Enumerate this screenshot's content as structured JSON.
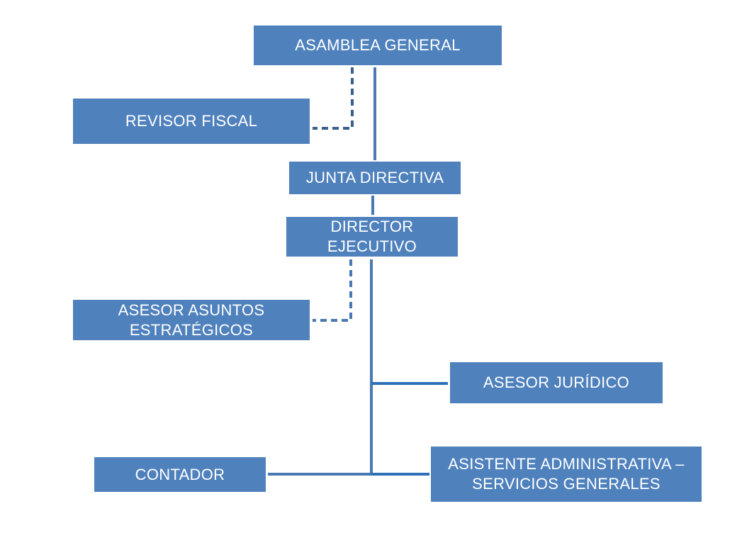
{
  "colors": {
    "node_fill": "#4f81bd",
    "node_text": "#ffffff",
    "line_main": "#4a78b3",
    "line_dashed": "#3a5f8f",
    "line_bright": "#2f6fb8"
  },
  "nodes": {
    "asamblea": {
      "lines": [
        "ASAMBLEA GENERAL"
      ]
    },
    "revisor": {
      "lines": [
        "REVISOR FISCAL"
      ]
    },
    "junta": {
      "lines": [
        "JUNTA DIRECTIVA"
      ]
    },
    "director": {
      "lines": [
        "DIRECTOR",
        "EJECUTIVO"
      ]
    },
    "asesor_estrategicos": {
      "lines": [
        "ASESOR ASUNTOS",
        "ESTRATÉGICOS"
      ]
    },
    "asesor_juridico": {
      "lines": [
        "ASESOR JURÍDICO"
      ]
    },
    "contador": {
      "lines": [
        "CONTADOR"
      ]
    },
    "asistente": {
      "lines": [
        "ASISTENTE ADMINISTRATIVA –",
        "SERVICIOS GENERALES"
      ]
    }
  }
}
